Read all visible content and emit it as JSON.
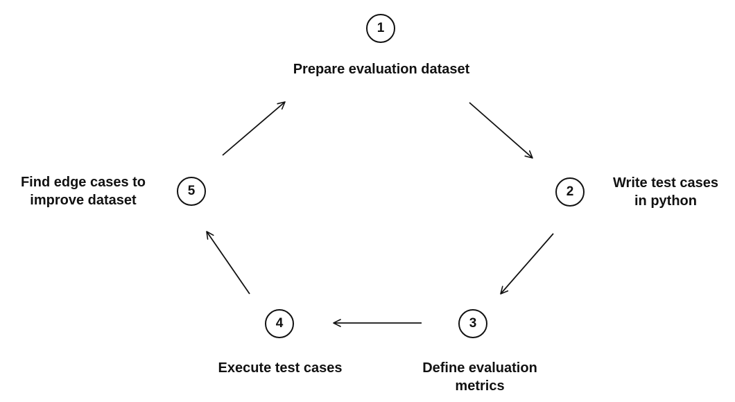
{
  "diagram": {
    "steps": [
      {
        "number": "1",
        "label_lines": [
          "Prepare evaluation dataset"
        ]
      },
      {
        "number": "2",
        "label_lines": [
          "Write test cases",
          "in python"
        ]
      },
      {
        "number": "3",
        "label_lines": [
          "Define evaluation",
          "metrics"
        ]
      },
      {
        "number": "4",
        "label_lines": [
          "Execute test cases"
        ]
      },
      {
        "number": "5",
        "label_lines": [
          "Find edge cases to",
          "improve  dataset"
        ]
      }
    ],
    "flow": [
      {
        "from": "1",
        "to": "2"
      },
      {
        "from": "2",
        "to": "3"
      },
      {
        "from": "3",
        "to": "4"
      },
      {
        "from": "4",
        "to": "5"
      },
      {
        "from": "5",
        "to": "1"
      }
    ]
  }
}
